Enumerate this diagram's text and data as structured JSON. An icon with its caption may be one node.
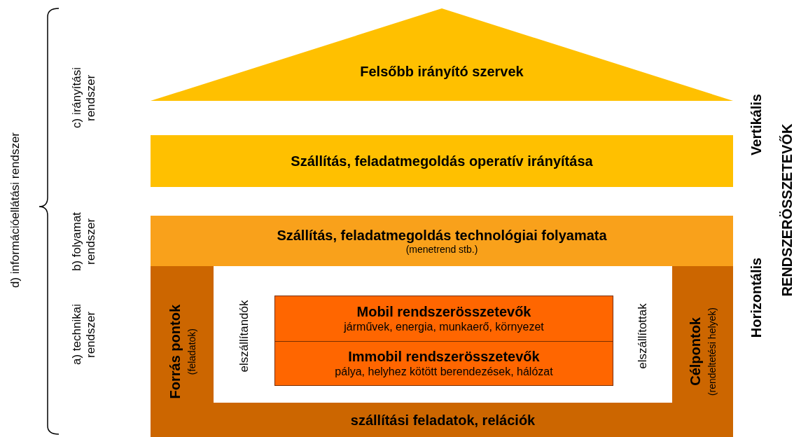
{
  "diagram": {
    "nodes": [
      {
        "text": [
          "Felsőbb irányító szervek"
        ]
      },
      {
        "text": [
          "Szállítás, feladatmegoldás operatív irányítása"
        ]
      },
      {
        "text": [
          "Szállítás, feladatmegoldás technológiai folyamata",
          "(menetrend stb.)"
        ]
      },
      {
        "text": [
          "Forrás pontok",
          "(feladatok)"
        ]
      },
      {
        "text": [
          "Célpontok",
          "(rendeltetési helyek)"
        ]
      },
      {
        "text": [
          "szállítási feladatok, relációk"
        ]
      },
      {
        "text": [
          "Mobil rendszerösszetevők",
          "járművek, energia, munkaerő, környezet"
        ]
      },
      {
        "text": [
          "Immobil rendszerösszetevők",
          "pálya, helyhez kötött berendezések, hálózat"
        ]
      }
    ],
    "edges": [],
    "labels": [
      "d) információellátási rendszer",
      "c) irányítási rendszer",
      "b) folyamat rendszer",
      "a) technikai rendszer",
      "elszállítandók",
      "elszállítottak",
      "Vertikális",
      "Horizontális",
      "RENDSZERÖSSZETEVŐK"
    ]
  }
}
